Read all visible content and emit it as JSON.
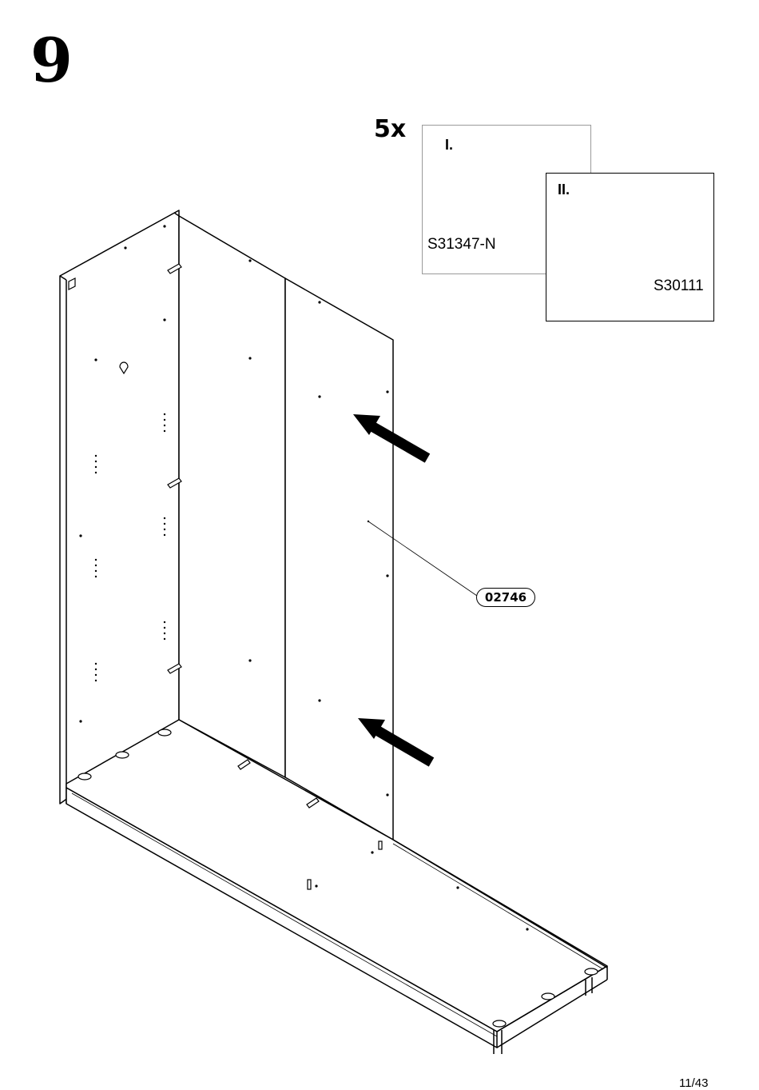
{
  "step": {
    "number": "9"
  },
  "quantity": "5x",
  "detail_panels": [
    {
      "index": "I.",
      "part_code": "S31347-N"
    },
    {
      "index": "II.",
      "part_code": "S30111"
    }
  ],
  "main_part_code": "02746",
  "page_number": "11/43"
}
